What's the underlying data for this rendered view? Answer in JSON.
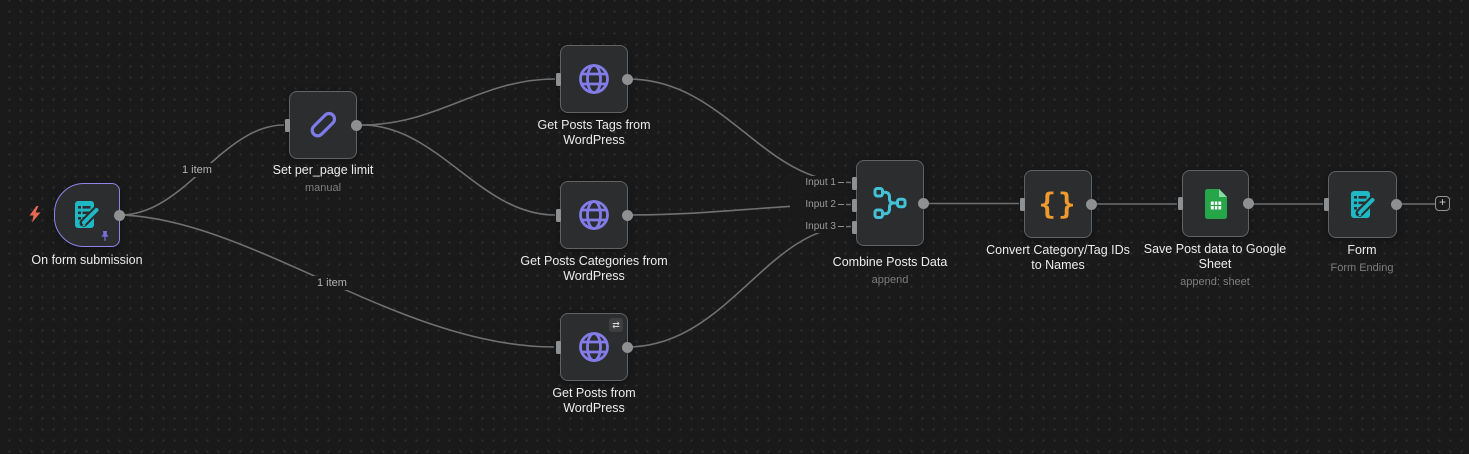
{
  "canvas": {
    "bg": "#1a1a1a",
    "dot": "#2e2e2e",
    "wire": "#707070"
  },
  "edge_labels": {
    "trigger_to_set": "1 item",
    "trigger_to_posts": "1 item"
  },
  "nodes": {
    "trigger": {
      "title": "On form submission"
    },
    "set": {
      "title": "Set per_page limit",
      "subtitle": "manual"
    },
    "tags": {
      "title": "Get Posts Tags from WordPress"
    },
    "categories": {
      "title": "Get Posts Categories from WordPress"
    },
    "posts": {
      "title": "Get Posts from WordPress"
    },
    "merge": {
      "title": "Combine Posts Data",
      "subtitle": "append",
      "inputs": [
        "Input 1",
        "Input 2",
        "Input 3"
      ]
    },
    "code": {
      "title": "Convert Category/Tag IDs to Names"
    },
    "sheets": {
      "title": "Save Post data to Google Sheet",
      "subtitle": "append: sheet"
    },
    "form": {
      "title": "Form",
      "subtitle": "Form Ending"
    }
  },
  "icons": {
    "plus": "+",
    "code_braces": "{}",
    "repeat": "⇄"
  },
  "colors": {
    "trigger_border": "#8e84ea",
    "node_border": "#606264",
    "node_bg": "#2c2d2e",
    "teal": "#1fb9c5",
    "purple": "#837ce8",
    "cyan": "#45c1d6",
    "orange": "#ef9a2e",
    "green": "#26a649",
    "bolt": "#e66a53",
    "pin": "#7b6fe0"
  }
}
